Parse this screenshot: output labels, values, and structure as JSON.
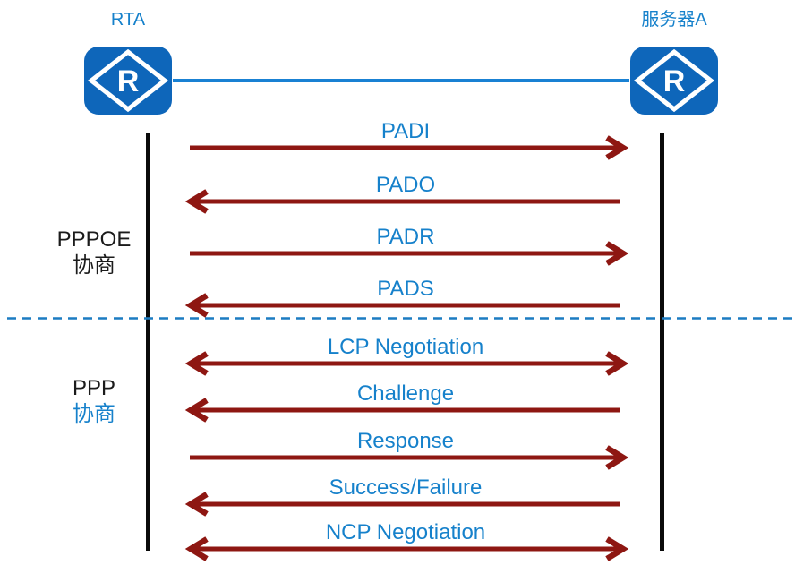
{
  "colors": {
    "label_blue": "#1681CB",
    "arrow_red": "#8E1712",
    "icon_blue": "#0E66BA",
    "connector_blue": "#1981D3",
    "lifeline_black": "#0A0A0A",
    "divider_blue": "#1C7CC2"
  },
  "actors": [
    {
      "label": "RTA"
    },
    {
      "label": "服务器A"
    }
  ],
  "router_icon_letter": "R",
  "sections": [
    {
      "line1": "PPPOE",
      "line2": "协商"
    },
    {
      "line1": "PPP",
      "line2": "协商"
    }
  ],
  "messages": [
    {
      "label": "PADI",
      "direction": "right"
    },
    {
      "label": "PADO",
      "direction": "left"
    },
    {
      "label": "PADR",
      "direction": "right"
    },
    {
      "label": "PADS",
      "direction": "left"
    },
    {
      "label": "LCP Negotiation",
      "direction": "both"
    },
    {
      "label": "Challenge",
      "direction": "left"
    },
    {
      "label": "Response",
      "direction": "right"
    },
    {
      "label": "Success/Failure",
      "direction": "left"
    },
    {
      "label": "NCP Negotiation",
      "direction": "both"
    }
  ]
}
